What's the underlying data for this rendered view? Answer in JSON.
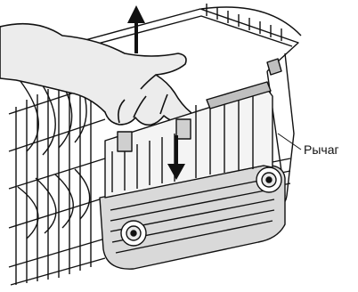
{
  "figure": {
    "lever_label": "Рычаг",
    "subject": "dishwasher-basket-height-adjustment",
    "arrows": [
      "up-arrow",
      "down-arrow"
    ],
    "colors": {
      "line": "#111111",
      "hand_fill": "#ececec",
      "panel_fill": "#d9d9d9"
    }
  }
}
